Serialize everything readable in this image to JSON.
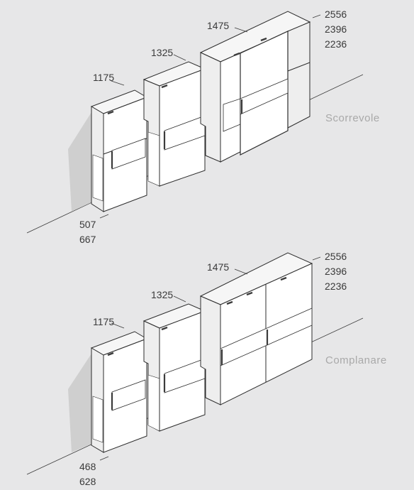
{
  "colors": {
    "background": "#e7e7e8",
    "panel_white": "#ffffff",
    "panel_side": "#eeeeee",
    "top_face": "#f6f6f6",
    "shadow": "#cfcfcf",
    "outline": "#2d2d2d",
    "handle_dark": "#3b3b3b",
    "label_gray": "#a9a9a9",
    "dim_text": "#3a3a3a"
  },
  "sections": [
    {
      "id": "scorrevole",
      "label": "Scorrevole",
      "widths": {
        "w1175": "1175",
        "w1325": "1325",
        "w1475": "1475"
      },
      "heights": [
        "2556",
        "2396",
        "2236"
      ],
      "depths": [
        "507",
        "667"
      ]
    },
    {
      "id": "complanare",
      "label": "Complanare",
      "widths": {
        "w1175": "1175",
        "w1325": "1325",
        "w1475": "1475"
      },
      "heights": [
        "2556",
        "2396",
        "2236"
      ],
      "depths": [
        "468",
        "628"
      ]
    }
  ]
}
